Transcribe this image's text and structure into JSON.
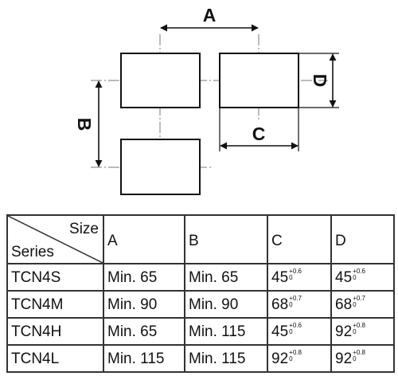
{
  "diagram": {
    "labels": {
      "a": "A",
      "b": "B",
      "c": "C",
      "d": "D"
    }
  },
  "table": {
    "header": {
      "size": "Size",
      "series": "Series"
    },
    "columns": [
      "A",
      "B",
      "C",
      "D"
    ],
    "rows": [
      {
        "series": "TCN4S",
        "a": "Min. 65",
        "b": "Min. 65",
        "c": {
          "value": "45",
          "tol_plus": "+0.6",
          "tol_minus": "0"
        },
        "d": {
          "value": "45",
          "tol_plus": "+0.6",
          "tol_minus": "0"
        }
      },
      {
        "series": "TCN4M",
        "a": "Min. 90",
        "b": "Min. 90",
        "c": {
          "value": "68",
          "tol_plus": "+0.7",
          "tol_minus": "0"
        },
        "d": {
          "value": "68",
          "tol_plus": "+0.7",
          "tol_minus": "0"
        }
      },
      {
        "series": "TCN4H",
        "a": "Min. 65",
        "b": "Min. 115",
        "c": {
          "value": "45",
          "tol_plus": "+0.6",
          "tol_minus": "0"
        },
        "d": {
          "value": "92",
          "tol_plus": "+0.8",
          "tol_minus": "0"
        }
      },
      {
        "series": "TCN4L",
        "a": "Min. 115",
        "b": "Min. 115",
        "c": {
          "value": "92",
          "tol_plus": "+0.8",
          "tol_minus": "0"
        },
        "d": {
          "value": "92",
          "tol_plus": "+0.8",
          "tol_minus": "0"
        }
      }
    ]
  }
}
